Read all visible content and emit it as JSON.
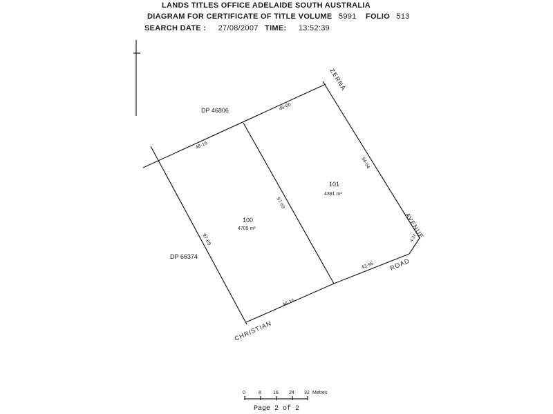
{
  "header": {
    "line1": "LANDS TITLES OFFICE  ADELAIDE  SOUTH AUSTRALIA",
    "line2_label": "DIAGRAM FOR CERTIFICATE OF TITLE VOLUME",
    "volume": "5991",
    "folio_label": "FOLIO",
    "folio": "513",
    "search_date_label": "SEARCH DATE :",
    "search_date": "27/08/2007",
    "time_label": "TIME:",
    "time": "13:52:39"
  },
  "parcels": {
    "dp_north": "DP 46806",
    "dp_west": "DP 66374",
    "lot_100": {
      "number": "100",
      "area": "4705 m²"
    },
    "lot_101": {
      "number": "101",
      "area": "4391 m²"
    }
  },
  "roads": {
    "zerna": "ZERNA",
    "avenue": "AVENUE",
    "road": "ROAD",
    "christian": "CHRISTIAN"
  },
  "dimensions": {
    "north_east": "45·00",
    "north_west": "48·16",
    "east": "94·64",
    "corner": "4·37",
    "south_east": "43·95",
    "south_west": "48·16",
    "west": "97·69",
    "middle": "97·69"
  },
  "scale": {
    "ticks": [
      "0",
      "8",
      "16",
      "24",
      "32"
    ],
    "unit": "Metres"
  },
  "footer": {
    "page": "Page 2 of 2"
  }
}
